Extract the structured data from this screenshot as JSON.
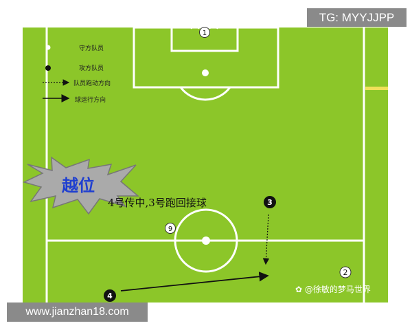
{
  "banners": {
    "telegram": "TG: MYYJJPP",
    "website": "www.jianzhan18.com"
  },
  "watermark": "徐敏的梦马世界",
  "legend": [
    {
      "symbol": "white-dot",
      "label": "守方队员"
    },
    {
      "symbol": "black-dot",
      "label": "攻方队员"
    },
    {
      "symbol": "dotted-arrow",
      "label": "队员跑动方向"
    },
    {
      "symbol": "solid-arrow",
      "label": "球运行方向"
    }
  ],
  "offside_label": "越位",
  "caption": "4号传中,3号跑回接球",
  "players": {
    "defender_1": "1",
    "defender_2": "2",
    "defender_9": "9",
    "attacker_3": "3",
    "attacker_4": "4"
  },
  "colors": {
    "pitch": "#8cc629",
    "lines": "#ffffff",
    "offside_text": "#1f3fd0",
    "banner": "#8a8a8a"
  }
}
